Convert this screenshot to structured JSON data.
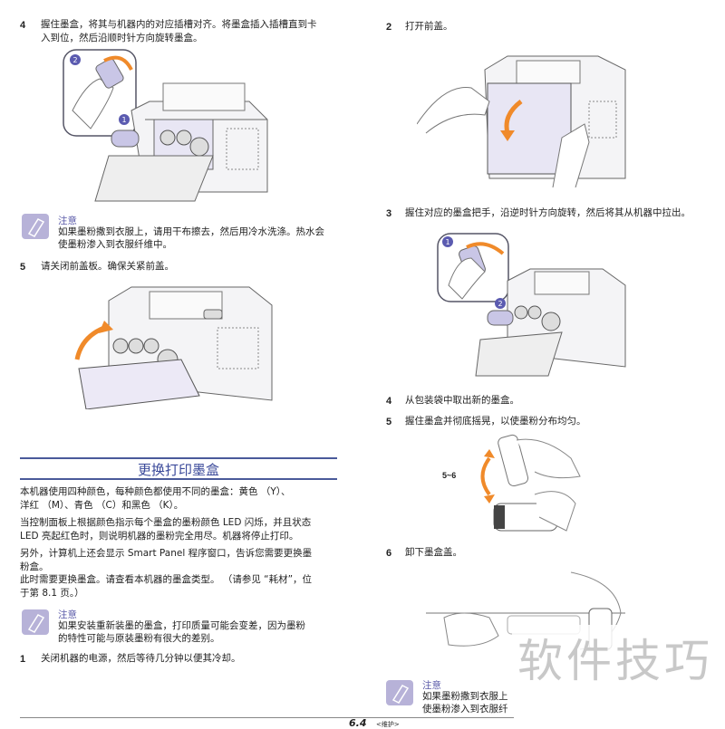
{
  "left": {
    "step4": {
      "num": "4",
      "lines": [
        "握住墨盒，将其与机器内的对应插槽对齐。将墨盒插入插槽直到卡",
        "入到位，然后沿顺时针方向旋转墨盒。"
      ]
    },
    "fig1_markers": [
      "1",
      "2"
    ],
    "note1": {
      "head": "注意",
      "lines": [
        "如果墨粉撒到衣服上，请用干布擦去，然后用冷水洗涤。热水会",
        "使墨粉渗入到衣服纤维中。"
      ]
    },
    "step5": {
      "num": "5",
      "text": "请关闭前盖板。确保关紧前盖。"
    },
    "section_title": "更换打印墨盒",
    "paras": [
      [
        "本机器使用四种颜色，每种颜色都使用不同的墨盒：黄色 （Y）、",
        "洋红 （M）、青色 （C）和黑色 （K）。"
      ],
      [
        "当控制面板上根据颜色指示每个墨盒的墨粉颜色 LED 闪烁，并且状态",
        "LED 亮起红色时，则说明机器的墨粉完全用尽。机器将停止打印。"
      ],
      [
        "另外，计算机上还会显示 Smart Panel 程序窗口，告诉您需要更换墨",
        "粉盒。"
      ],
      [
        "此时需要更换墨盒。请查看本机器的墨盒类型。 （请参见 “耗材”，位",
        "于第  8.1 页。）"
      ]
    ],
    "note2": {
      "head": "注意",
      "lines": [
        "如果安装重新装墨的墨盒，打印质量可能会变差，因为墨粉",
        "的特性可能与原装墨粉有很大的差别。"
      ]
    },
    "step1": {
      "num": "1",
      "text": "关闭机器的电源，然后等待几分钟以便其冷却。"
    }
  },
  "right": {
    "step2": {
      "num": "2",
      "text": "打开前盖。"
    },
    "step3": {
      "num": "3",
      "text": "握住对应的墨盒把手，沿逆时针方向旋转，然后将其从机器中拉出。"
    },
    "fig3_markers": [
      "1",
      "2"
    ],
    "step4": {
      "num": "4",
      "text": "从包装袋中取出新的墨盒。"
    },
    "step5": {
      "num": "5",
      "text": "握住墨盒并彻底摇晃，以使墨粉分布均匀。"
    },
    "shake_label": "5~6",
    "step6": {
      "num": "6",
      "text": "卸下墨盒盖。"
    },
    "note": {
      "head": "注意",
      "lines": [
        "如果墨粉撒到衣服上",
        "使墨粉渗入到衣服纤"
      ]
    }
  },
  "footer": {
    "page": "6.4",
    "section": "<维护>"
  },
  "watermark": "软件技巧"
}
